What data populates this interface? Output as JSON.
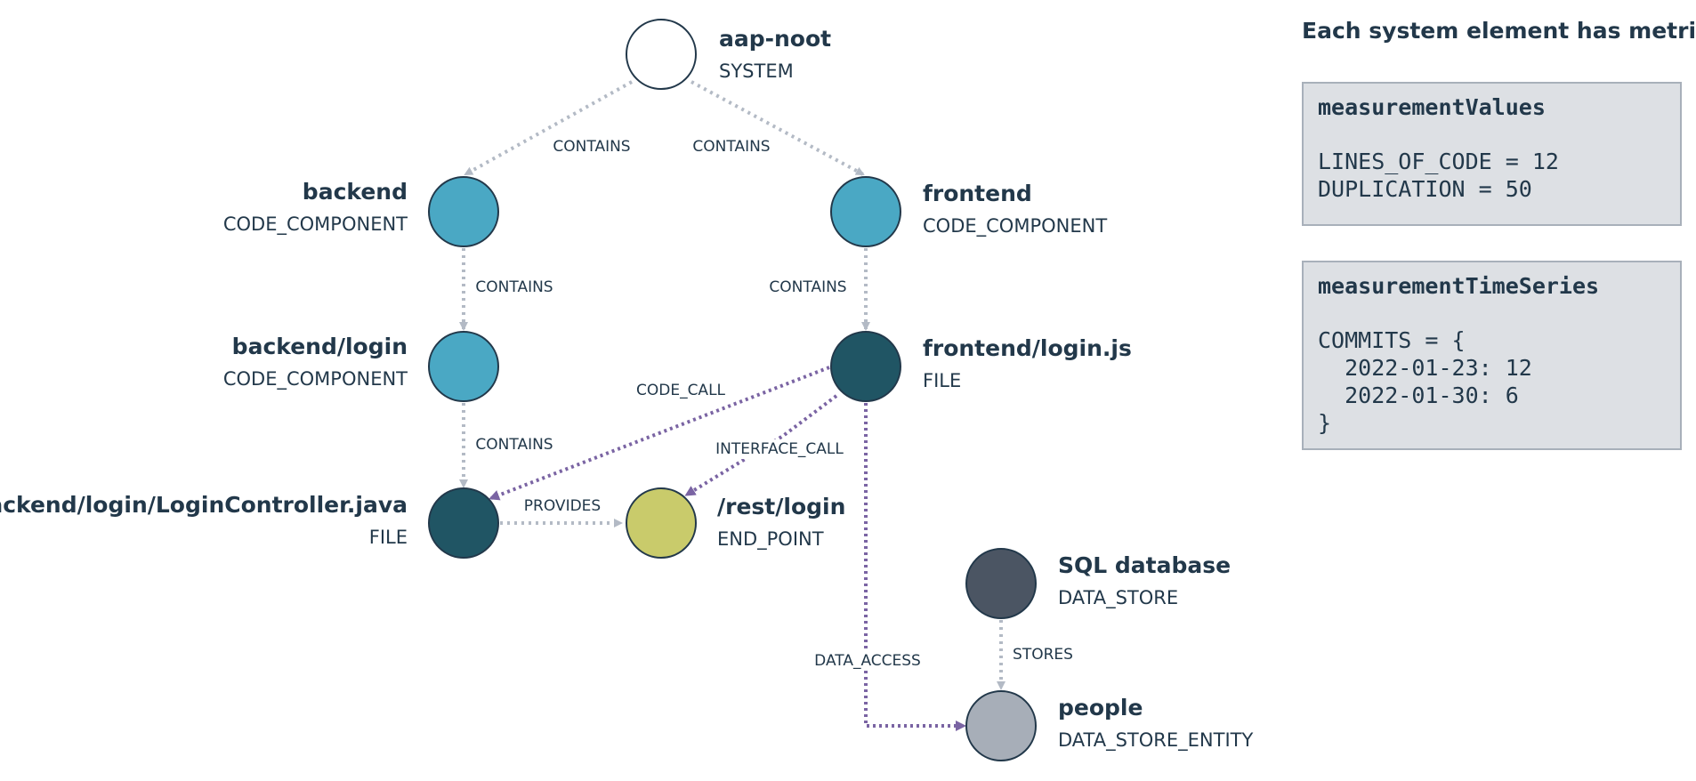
{
  "nodes": [
    {
      "id": "aap-noot",
      "name": "aap-noot",
      "type": "SYSTEM",
      "color": "#ffffff"
    },
    {
      "id": "backend",
      "name": "backend",
      "type": "CODE_COMPONENT",
      "color": "#4aa8c4"
    },
    {
      "id": "frontend",
      "name": "frontend",
      "type": "CODE_COMPONENT",
      "color": "#4aa8c4"
    },
    {
      "id": "backend-login",
      "name": "backend/login",
      "type": "CODE_COMPONENT",
      "color": "#4aa8c4"
    },
    {
      "id": "frontend-login",
      "name": "frontend/login.js",
      "type": "FILE",
      "color": "#205564"
    },
    {
      "id": "login-controller",
      "name": "backend/login/LoginController.java",
      "type": "FILE",
      "color": "#205564"
    },
    {
      "id": "rest-login",
      "name": "/rest/login",
      "type": "END_POINT",
      "color": "#c9cb6b"
    },
    {
      "id": "sql-database",
      "name": "SQL database",
      "type": "DATA_STORE",
      "color": "#4b5563"
    },
    {
      "id": "people",
      "name": "people",
      "type": "DATA_STORE_ENTITY",
      "color": "#a7aeb8"
    }
  ],
  "edges": [
    {
      "from": "aap-noot",
      "to": "backend",
      "label": "CONTAINS",
      "kind": "contains"
    },
    {
      "from": "aap-noot",
      "to": "frontend",
      "label": "CONTAINS",
      "kind": "contains"
    },
    {
      "from": "backend",
      "to": "backend-login",
      "label": "CONTAINS",
      "kind": "contains"
    },
    {
      "from": "frontend",
      "to": "frontend-login",
      "label": "CONTAINS",
      "kind": "contains"
    },
    {
      "from": "backend-login",
      "to": "login-controller",
      "label": "CONTAINS",
      "kind": "contains"
    },
    {
      "from": "frontend-login",
      "to": "login-controller",
      "label": "CODE_CALL",
      "kind": "call"
    },
    {
      "from": "frontend-login",
      "to": "rest-login",
      "label": "INTERFACE_CALL",
      "kind": "call"
    },
    {
      "from": "login-controller",
      "to": "rest-login",
      "label": "PROVIDES",
      "kind": "contains"
    },
    {
      "from": "frontend-login",
      "to": "people",
      "label": "DATA_ACCESS",
      "kind": "call"
    },
    {
      "from": "sql-database",
      "to": "people",
      "label": "STORES",
      "kind": "contains"
    }
  ],
  "colors": {
    "contains_edge": "#b3bac5",
    "call_edge": "#7a64a3",
    "node_stroke": "#22384a"
  },
  "metrics": {
    "heading": "Each system element has metrics:",
    "values_box": {
      "title": "measurementValues",
      "lines": [
        "LINES_OF_CODE = 12",
        "DUPLICATION = 50"
      ]
    },
    "series_box": {
      "title": "measurementTimeSeries",
      "lines": [
        "COMMITS = {",
        "  2022-01-23: 12",
        "  2022-01-30: 6",
        "}"
      ]
    }
  }
}
